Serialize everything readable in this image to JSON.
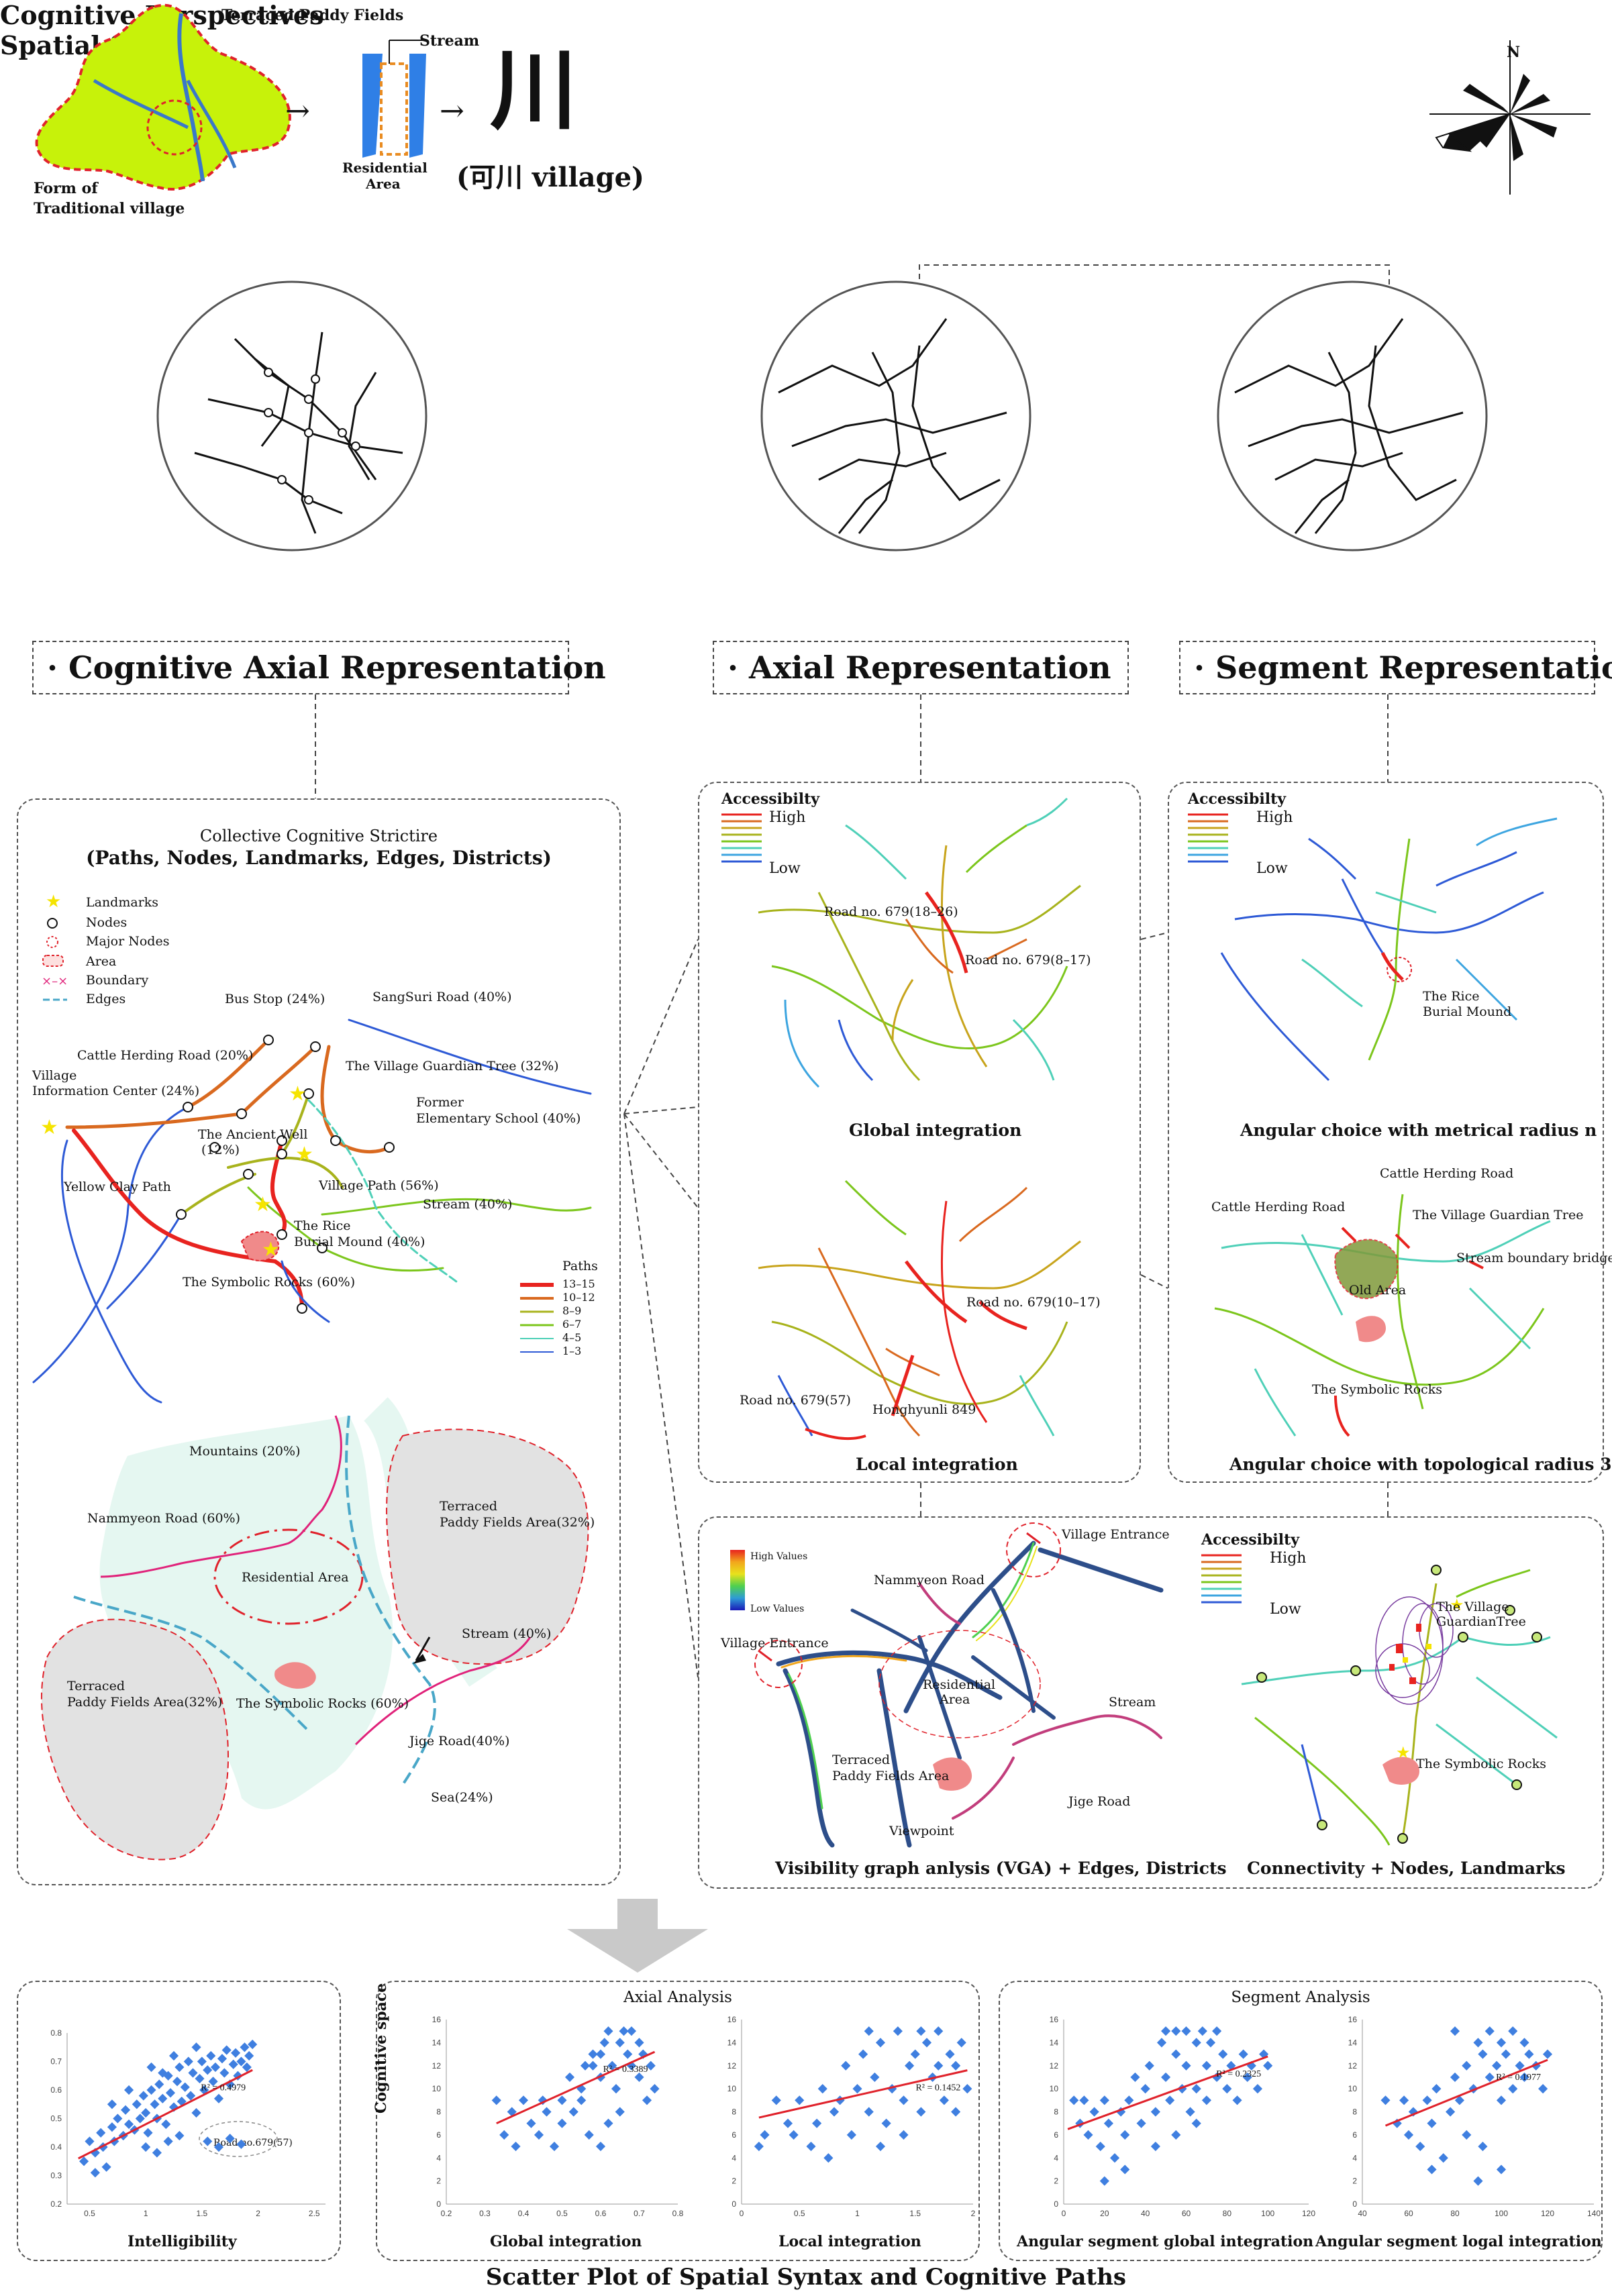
{
  "top": {
    "terraced_label": "Terraced Paddy Fields",
    "form_label_1": "Form of",
    "form_label_2": "Traditional village",
    "stream_label": "Stream",
    "residential_label_1": "Residential",
    "residential_label_2": "Area",
    "glyph": "川",
    "village_caption": "(可川 village)",
    "north_label": "N"
  },
  "headings": {
    "cognitive_perspectives": "Cognitive Perspectives",
    "spatial_syntax": "Spatial Syntax",
    "cognitive_axial": "· Cognitive Axial Representation",
    "axial": "· Axial Representation",
    "segment": "· Segment Representation"
  },
  "cognitive_panel": {
    "title_1": "Collective Cognitive Strictire",
    "title_2": "(Paths, Nodes, Landmarks, Edges, Districts)",
    "legend": [
      "Landmarks",
      "Nodes",
      "Major Nodes",
      "Area",
      "Boundary",
      "Edges"
    ],
    "labels": {
      "bus_stop": "Bus Stop (24%)",
      "sangsuri": "SangSuri Road (40%)",
      "cattle": "Cattle Herding Road (20%)",
      "guardian": "The Village Guardian Tree (32%)",
      "village_info_1": "Village",
      "village_info_2": "Information Center (24%)",
      "former_1": "Former",
      "former_2": "Elementary School (40%)",
      "ancient_1": "The Ancient Well",
      "ancient_2": "(12%)",
      "yellow": "Yellow Clay Path",
      "village_path": "Village Path (56%)",
      "stream": "Stream (40%)",
      "rice_1": "The Rice",
      "rice_2": "Burial Mound (40%)",
      "symbolic": "The Symbolic Rocks (60%)"
    },
    "paths_legend_title": "Paths",
    "paths_legend": [
      {
        "label": "13–15",
        "color": "#e8231f"
      },
      {
        "label": "10–12",
        "color": "#d9691f"
      },
      {
        "label": "8–9",
        "color": "#a8b31c"
      },
      {
        "label": "6–7",
        "color": "#7cc61c"
      },
      {
        "label": "4–5",
        "color": "#4fd0b8"
      },
      {
        "label": "1–3",
        "color": "#2e5ad6"
      }
    ],
    "district_labels": {
      "mountains": "Mountains (20%)",
      "nammyeon": "Nammyeon Road (60%)",
      "terraced_right_1": "Terraced",
      "terraced_right_2": "Paddy Fields Area(32%)",
      "residential": "Residential Area",
      "stream": "Stream (40%)",
      "terraced_left_1": "Terraced",
      "terraced_left_2": "Paddy Fields Area(32%)",
      "symbolic": "The Symbolic Rocks (60%)",
      "jige": "Jige Road(40%)",
      "sea": "Sea(24%)"
    }
  },
  "axial_panel": {
    "accessibility": "Accessibilty",
    "high": "High",
    "low": "Low",
    "road_679_18_26": "Road no. 679(18–26)",
    "road_679_8_17": "Road no. 679(8–17)",
    "global_caption": "Global integration",
    "road_679_10_17": "Road no. 679(10–17)",
    "road_679_57": "Road no. 679(57)",
    "honghyunli": "Honghyunli 849",
    "local_caption": "Local integration"
  },
  "segment_panel": {
    "accessibility": "Accessibilty",
    "high": "High",
    "low": "Low",
    "rice_1": "The Rice",
    "rice_2": "Burial Mound",
    "choice_n_caption": "Angular choice with metrical radius n",
    "cattle_1": "Cattle Herding Road",
    "cattle_2": "Cattle Herding Road",
    "guardian": "The Village Guardian Tree",
    "stream_bridge": "Stream boundary bridge",
    "old_area": "Old Area",
    "symbolic": "The Symbolic Rocks",
    "choice_3_caption": "Angular choice with topological radius 3"
  },
  "vga_panel": {
    "high_values": "High Values",
    "low_values": "Low Values",
    "village_entrance_top": "Village Entrance",
    "nammyeon": "Nammyeon Road",
    "village_entrance_left": "Village Entrance",
    "residential_1": "Residential",
    "residential_2": "Area",
    "stream": "Stream",
    "terraced_1": "Terraced",
    "terraced_2": "Paddy Fields Area",
    "jige": "Jige Road",
    "viewpoint": "Viewpoint",
    "vga_caption": "Visibility graph anlysis (VGA) + Edges, Districts",
    "accessibility": "Accessibilty",
    "high": "High",
    "low": "Low",
    "guardian_1": "The Village",
    "guardian_2": "GuardianTree",
    "symbolic": "The Symbolic Rocks",
    "connectivity_caption": "Connectivity + Nodes, Landmarks"
  },
  "bottom": {
    "axial_title": "Axial Analysis",
    "segment_title": "Segment Analysis",
    "cognitive_space": "Cognitive space",
    "intelligibility": "Intelligibility",
    "global_integration": "Global integration",
    "local_integration": "Local integration",
    "angular_global": "Angular segment global integration",
    "angular_local": "Angular segment logal integration",
    "final_title": "Scatter Plot of Spatial Syntax and Cognitive Paths",
    "road_annot": "Road no.679(57)"
  },
  "chart_data": [
    {
      "type": "scatter",
      "title": "",
      "xlabel": "Intelligibility",
      "xticks": [
        "0.5",
        "1",
        "1.5",
        "2",
        "2.5"
      ],
      "yticks": [
        "0.2",
        "0.3",
        "0.4",
        "0.5",
        "0.6",
        "0.7",
        "0.8"
      ],
      "xlim": [
        0.3,
        2.6
      ],
      "ylim": [
        0.2,
        0.8
      ],
      "r2": "R² = 0.4979",
      "trend": [
        [
          0.4,
          0.36
        ],
        [
          1.95,
          0.67
        ]
      ],
      "points": [
        [
          0.45,
          0.35
        ],
        [
          0.5,
          0.42
        ],
        [
          0.55,
          0.38
        ],
        [
          0.6,
          0.45
        ],
        [
          0.62,
          0.4
        ],
        [
          0.7,
          0.47
        ],
        [
          0.72,
          0.42
        ],
        [
          0.75,
          0.5
        ],
        [
          0.8,
          0.44
        ],
        [
          0.82,
          0.53
        ],
        [
          0.85,
          0.48
        ],
        [
          0.9,
          0.46
        ],
        [
          0.92,
          0.55
        ],
        [
          0.95,
          0.5
        ],
        [
          0.98,
          0.58
        ],
        [
          1.0,
          0.52
        ],
        [
          1.02,
          0.45
        ],
        [
          1.05,
          0.6
        ],
        [
          1.08,
          0.55
        ],
        [
          1.1,
          0.5
        ],
        [
          1.12,
          0.62
        ],
        [
          1.15,
          0.57
        ],
        [
          1.18,
          0.48
        ],
        [
          1.2,
          0.65
        ],
        [
          1.22,
          0.59
        ],
        [
          1.25,
          0.54
        ],
        [
          1.28,
          0.63
        ],
        [
          1.3,
          0.68
        ],
        [
          1.32,
          0.56
        ],
        [
          1.35,
          0.61
        ],
        [
          1.38,
          0.7
        ],
        [
          1.4,
          0.58
        ],
        [
          1.42,
          0.66
        ],
        [
          1.45,
          0.52
        ],
        [
          1.48,
          0.64
        ],
        [
          1.5,
          0.7
        ],
        [
          1.52,
          0.6
        ],
        [
          1.55,
          0.67
        ],
        [
          1.58,
          0.72
        ],
        [
          1.6,
          0.63
        ],
        [
          1.62,
          0.68
        ],
        [
          1.65,
          0.57
        ],
        [
          1.68,
          0.71
        ],
        [
          1.7,
          0.66
        ],
        [
          1.72,
          0.74
        ],
        [
          1.75,
          0.62
        ],
        [
          1.78,
          0.69
        ],
        [
          1.8,
          0.73
        ],
        [
          1.82,
          0.65
        ],
        [
          1.85,
          0.7
        ],
        [
          1.88,
          0.75
        ],
        [
          1.9,
          0.68
        ],
        [
          1.92,
          0.72
        ],
        [
          1.95,
          0.76
        ],
        [
          1.0,
          0.4
        ],
        [
          1.1,
          0.38
        ],
        [
          1.2,
          0.42
        ],
        [
          1.3,
          0.44
        ],
        [
          0.7,
          0.55
        ],
        [
          0.85,
          0.6
        ],
        [
          1.05,
          0.68
        ],
        [
          1.25,
          0.72
        ],
        [
          1.45,
          0.75
        ],
        [
          1.55,
          0.42
        ],
        [
          1.65,
          0.4
        ],
        [
          1.75,
          0.43
        ],
        [
          1.85,
          0.41
        ],
        [
          0.65,
          0.33
        ],
        [
          0.55,
          0.31
        ],
        [
          1.15,
          0.66
        ]
      ]
    },
    {
      "type": "scatter",
      "title": "Axial Analysis",
      "xlabel": "Global integration",
      "ylabel": "Cognitive space",
      "xticks": [
        "0.2",
        "0.3",
        "0.4",
        "0.5",
        "0.6",
        "0.7",
        "0.8"
      ],
      "yticks": [
        "0",
        "2",
        "4",
        "6",
        "8",
        "10",
        "12",
        "14",
        "16"
      ],
      "xlim": [
        0.2,
        0.8
      ],
      "ylim": [
        0,
        16
      ],
      "r2": "R² = 0.3389",
      "trend": [
        [
          0.33,
          7
        ],
        [
          0.74,
          13.2
        ]
      ],
      "points": [
        [
          0.33,
          9
        ],
        [
          0.35,
          6
        ],
        [
          0.37,
          8
        ],
        [
          0.38,
          5
        ],
        [
          0.4,
          9
        ],
        [
          0.42,
          7
        ],
        [
          0.44,
          6
        ],
        [
          0.45,
          9
        ],
        [
          0.46,
          8
        ],
        [
          0.48,
          5
        ],
        [
          0.5,
          9
        ],
        [
          0.5,
          7
        ],
        [
          0.52,
          11
        ],
        [
          0.53,
          8
        ],
        [
          0.55,
          10
        ],
        [
          0.55,
          9
        ],
        [
          0.57,
          6
        ],
        [
          0.58,
          12
        ],
        [
          0.6,
          11
        ],
        [
          0.6,
          13
        ],
        [
          0.61,
          14
        ],
        [
          0.62,
          15
        ],
        [
          0.63,
          12
        ],
        [
          0.64,
          10
        ],
        [
          0.65,
          14
        ],
        [
          0.65,
          8
        ],
        [
          0.66,
          15
        ],
        [
          0.67,
          13
        ],
        [
          0.68,
          12
        ],
        [
          0.68,
          15
        ],
        [
          0.7,
          14
        ],
        [
          0.7,
          11
        ],
        [
          0.71,
          13
        ],
        [
          0.72,
          9
        ],
        [
          0.73,
          12
        ],
        [
          0.74,
          10
        ],
        [
          0.6,
          5
        ],
        [
          0.62,
          7
        ],
        [
          0.56,
          12
        ],
        [
          0.58,
          13
        ]
      ]
    },
    {
      "type": "scatter",
      "title": "",
      "xlabel": "Local integration",
      "xticks": [
        "0",
        "0.5",
        "1",
        "1.5",
        "2"
      ],
      "yticks": [
        "0",
        "2",
        "4",
        "6",
        "8",
        "10",
        "12",
        "14",
        "16"
      ],
      "xlim": [
        0,
        2
      ],
      "ylim": [
        0,
        16
      ],
      "r2": "R² = 0.1452",
      "trend": [
        [
          0.15,
          7.5
        ],
        [
          1.95,
          11.6
        ]
      ],
      "points": [
        [
          0.15,
          5
        ],
        [
          0.2,
          6
        ],
        [
          0.3,
          9
        ],
        [
          0.4,
          7
        ],
        [
          0.45,
          6
        ],
        [
          0.5,
          9
        ],
        [
          0.6,
          5
        ],
        [
          0.65,
          7
        ],
        [
          0.7,
          10
        ],
        [
          0.8,
          8
        ],
        [
          0.85,
          9
        ],
        [
          0.9,
          12
        ],
        [
          0.95,
          6
        ],
        [
          1.0,
          10
        ],
        [
          1.05,
          13
        ],
        [
          1.1,
          8
        ],
        [
          1.15,
          11
        ],
        [
          1.2,
          14
        ],
        [
          1.25,
          7
        ],
        [
          1.3,
          10
        ],
        [
          1.35,
          15
        ],
        [
          1.4,
          9
        ],
        [
          1.45,
          12
        ],
        [
          1.5,
          13
        ],
        [
          1.55,
          8
        ],
        [
          1.6,
          14
        ],
        [
          1.65,
          11
        ],
        [
          1.7,
          15
        ],
        [
          1.75,
          9
        ],
        [
          1.8,
          13
        ],
        [
          1.85,
          12
        ],
        [
          1.9,
          14
        ],
        [
          1.95,
          10
        ],
        [
          1.2,
          5
        ],
        [
          1.4,
          6
        ],
        [
          0.75,
          4
        ],
        [
          1.1,
          15
        ],
        [
          1.55,
          15
        ],
        [
          1.7,
          12
        ],
        [
          1.85,
          8
        ]
      ]
    },
    {
      "type": "scatter",
      "title": "Segment Analysis",
      "xlabel": "Angular segment global integration",
      "xticks": [
        "0",
        "20",
        "40",
        "60",
        "80",
        "100",
        "120"
      ],
      "yticks": [
        "0",
        "2",
        "4",
        "6",
        "8",
        "10",
        "12",
        "14",
        "16"
      ],
      "xlim": [
        0,
        120
      ],
      "ylim": [
        0,
        16
      ],
      "r2": "R² = 0.2325",
      "trend": [
        [
          2,
          6.5
        ],
        [
          100,
          12.8
        ]
      ],
      "points": [
        [
          5,
          9
        ],
        [
          8,
          7
        ],
        [
          10,
          9
        ],
        [
          12,
          6
        ],
        [
          15,
          8
        ],
        [
          18,
          5
        ],
        [
          20,
          9
        ],
        [
          22,
          7
        ],
        [
          25,
          4
        ],
        [
          28,
          8
        ],
        [
          30,
          6
        ],
        [
          32,
          9
        ],
        [
          35,
          11
        ],
        [
          38,
          7
        ],
        [
          40,
          10
        ],
        [
          42,
          12
        ],
        [
          45,
          8
        ],
        [
          48,
          14
        ],
        [
          50,
          15
        ],
        [
          50,
          11
        ],
        [
          52,
          9
        ],
        [
          55,
          15
        ],
        [
          55,
          13
        ],
        [
          58,
          10
        ],
        [
          60,
          15
        ],
        [
          60,
          12
        ],
        [
          62,
          8
        ],
        [
          65,
          14
        ],
        [
          65,
          10
        ],
        [
          68,
          15
        ],
        [
          70,
          12
        ],
        [
          70,
          9
        ],
        [
          72,
          14
        ],
        [
          75,
          11
        ],
        [
          78,
          13
        ],
        [
          80,
          10
        ],
        [
          82,
          12
        ],
        [
          85,
          9
        ],
        [
          88,
          13
        ],
        [
          90,
          11
        ],
        [
          92,
          12
        ],
        [
          95,
          10
        ],
        [
          98,
          13
        ],
        [
          100,
          12
        ],
        [
          45,
          5
        ],
        [
          55,
          6
        ],
        [
          65,
          7
        ],
        [
          30,
          3
        ],
        [
          20,
          2
        ],
        [
          75,
          15
        ]
      ]
    },
    {
      "type": "scatter",
      "title": "",
      "xlabel": "Angular segment logal integration",
      "xticks": [
        "40",
        "60",
        "80",
        "100",
        "120",
        "140"
      ],
      "yticks": [
        "0",
        "2",
        "4",
        "6",
        "8",
        "10",
        "12",
        "14",
        "16"
      ],
      "xlim": [
        40,
        140
      ],
      "ylim": [
        0,
        16
      ],
      "r2": "R² = 0.1977",
      "trend": [
        [
          50,
          6.8
        ],
        [
          120,
          12.5
        ]
      ],
      "points": [
        [
          50,
          9
        ],
        [
          55,
          7
        ],
        [
          58,
          9
        ],
        [
          60,
          6
        ],
        [
          62,
          8
        ],
        [
          65,
          5
        ],
        [
          68,
          9
        ],
        [
          70,
          7
        ],
        [
          72,
          10
        ],
        [
          75,
          4
        ],
        [
          78,
          8
        ],
        [
          80,
          11
        ],
        [
          82,
          9
        ],
        [
          85,
          12
        ],
        [
          88,
          10
        ],
        [
          90,
          14
        ],
        [
          92,
          13
        ],
        [
          95,
          15
        ],
        [
          95,
          11
        ],
        [
          98,
          12
        ],
        [
          100,
          14
        ],
        [
          100,
          9
        ],
        [
          102,
          13
        ],
        [
          105,
          15
        ],
        [
          105,
          10
        ],
        [
          108,
          12
        ],
        [
          110,
          14
        ],
        [
          110,
          11
        ],
        [
          112,
          13
        ],
        [
          115,
          12
        ],
        [
          118,
          10
        ],
        [
          120,
          13
        ],
        [
          85,
          6
        ],
        [
          92,
          5
        ],
        [
          100,
          3
        ],
        [
          90,
          2
        ],
        [
          80,
          15
        ],
        [
          70,
          3
        ]
      ]
    }
  ]
}
